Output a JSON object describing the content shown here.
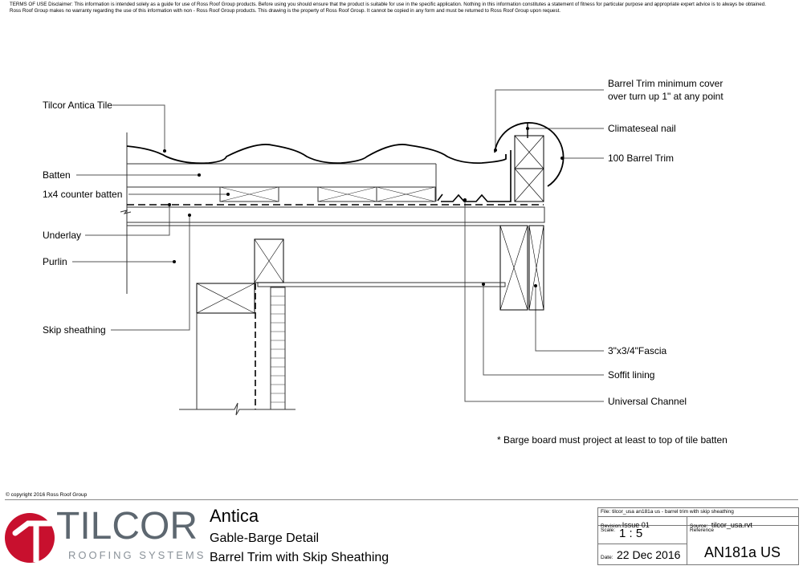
{
  "disclaimer": {
    "line1": "TERMS OF USE Disclaimer: This information is intended solely as a guide for use of Ross Roof Group products. Before using you should ensure that the product is suitable for use in the specific application. Nothing in this information constitutes a statement of fitness for particular purpose and appropriate expert advice is to always be obtained.",
    "line2": "Ross Roof Group makes no warranty regarding the use of this information with non - Ross Roof Group products. This drawing is the property of Ross Roof Group. It cannot be copied in any form and must be returned to Ross Roof Group upon request."
  },
  "labels": {
    "tile": "Tilcor Antica Tile",
    "batten": "Batten",
    "counter_batten": "1x4 counter batten",
    "underlay": "Underlay",
    "purlin": "Purlin",
    "skip_sheathing": "Skip sheathing",
    "barrel_cover_1": "Barrel Trim minimum cover",
    "barrel_cover_2": "over turn up 1\" at any point",
    "nail": "Climateseal nail",
    "barrel_trim": "100 Barrel Trim",
    "fascia": "3\"x3/4\"Fascia",
    "soffit": "Soffit lining",
    "channel": "Universal Channel"
  },
  "note": "* Barge board must project at least to top of tile batten",
  "copyright": "© copyright 2016 Ross Roof Group",
  "logo": {
    "word": "TILCOR",
    "sub": "ROOFING SYSTEMS",
    "color": "#c8102e"
  },
  "title": {
    "product": "Antica",
    "detail": "Gable-Barge Detail",
    "subtitle": "Barrel Trim with Skip Sheathing"
  },
  "title_block": {
    "file_label": "File:",
    "file": "tilcor_usa an181a us - barrel trim with skip sheathing",
    "revision_label": "Revision:",
    "revision": "Issue 01",
    "source_label": "Source:",
    "source": "tilcor_usa.rvt",
    "scale_label": "Scale:",
    "scale": "1 : 5",
    "reference_label": "Reference",
    "reference": "AN181a US",
    "date_label": "Date:",
    "date": "22 Dec 2016"
  }
}
